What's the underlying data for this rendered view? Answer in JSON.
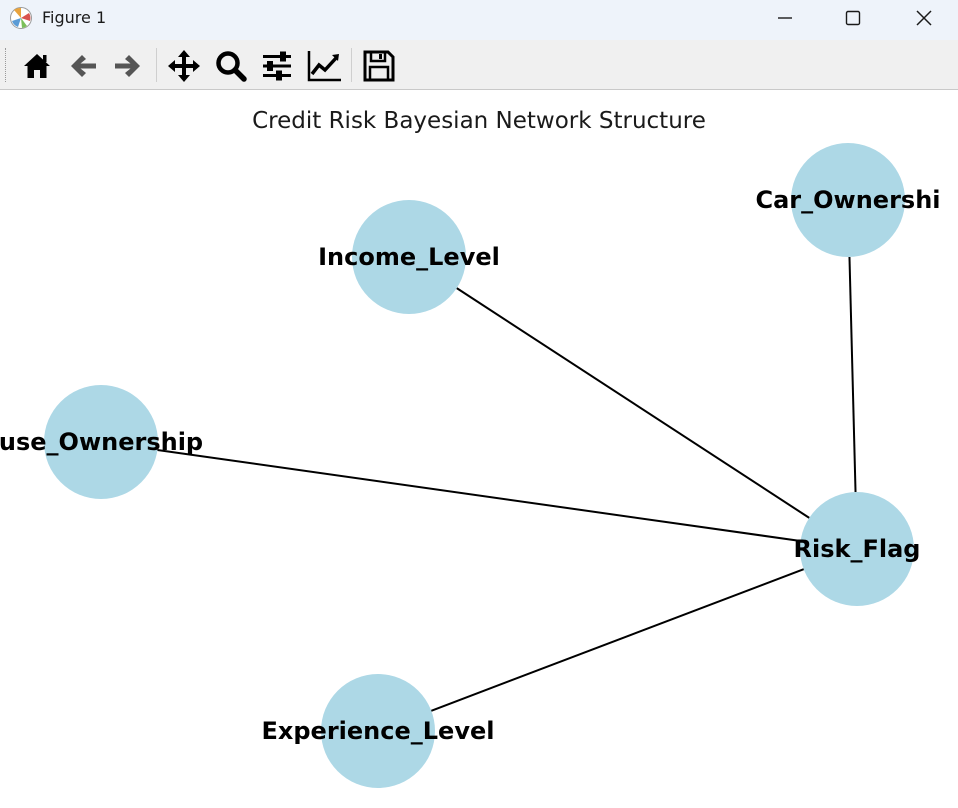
{
  "window": {
    "title": "Figure 1"
  },
  "toolbar": {
    "buttons": [
      {
        "name": "home-icon"
      },
      {
        "name": "back-arrow-icon"
      },
      {
        "name": "forward-arrow-icon"
      },
      {
        "name": "pan-move-icon"
      },
      {
        "name": "zoom-magnifier-icon"
      },
      {
        "name": "configure-subplots-icon"
      },
      {
        "name": "edit-axis-icon"
      },
      {
        "name": "save-floppy-icon"
      }
    ]
  },
  "figure": {
    "title": "Credit Risk Bayesian Network Structure",
    "node_color": "#add8e6",
    "edge_color": "#000000",
    "nodes": [
      {
        "id": "income",
        "label": "Income_Level"
      },
      {
        "id": "car",
        "label": "Car_Ownershi"
      },
      {
        "id": "house",
        "label": "use_Ownership"
      },
      {
        "id": "risk",
        "label": "Risk_Flag"
      },
      {
        "id": "experience",
        "label": "Experience_Level"
      }
    ],
    "edges": [
      {
        "from": "income",
        "to": "risk"
      },
      {
        "from": "car",
        "to": "risk"
      },
      {
        "from": "house",
        "to": "risk"
      },
      {
        "from": "experience",
        "to": "risk"
      }
    ]
  }
}
